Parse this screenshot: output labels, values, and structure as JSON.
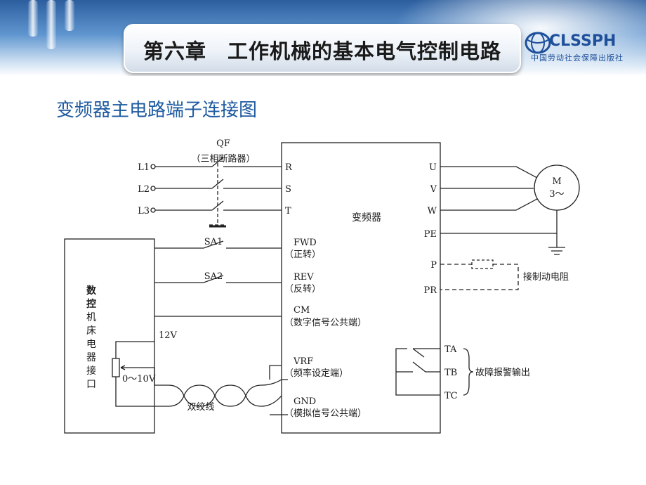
{
  "header": {
    "title": "第六章　工作机械的基本电气控制电路",
    "logo_text": "CLSSPH",
    "logo_subtext": "中国劳动社会保障出版社"
  },
  "subtitle": "变频器主电路端子连接图",
  "diagram": {
    "breaker_label": "QF",
    "breaker_desc": "（三相断路器）",
    "inputs": [
      "L1",
      "L2",
      "L3"
    ],
    "input_terminals": [
      "R",
      "S",
      "T"
    ],
    "inverter_label": "变频器",
    "fwd": "FWD",
    "fwd_desc": "（正转）",
    "rev": "REV",
    "rev_desc": "（反转）",
    "cm": "CM",
    "cm_desc": "（数字信号公共端）",
    "vrf": "VRF",
    "vrf_desc": "（频率设定端）",
    "gnd": "GND",
    "gnd_desc": "（模拟信号公共端）",
    "switch1": "SA1",
    "switch2": "SA2",
    "output_terminals": [
      "U",
      "V",
      "W",
      "PE",
      "P",
      "PR"
    ],
    "motor_label": "M",
    "motor_sub": "3～",
    "brake_label": "接制动电阻",
    "alarm_terminals": [
      "TA",
      "TB",
      "TC"
    ],
    "alarm_label": "故障报警输出",
    "cnc_label": [
      "数",
      "控",
      "机",
      "床",
      "电",
      "器",
      "接",
      "口"
    ],
    "voltage_12v": "12V",
    "voltage_range": "0～10V",
    "twisted_pair": "双绞线"
  }
}
